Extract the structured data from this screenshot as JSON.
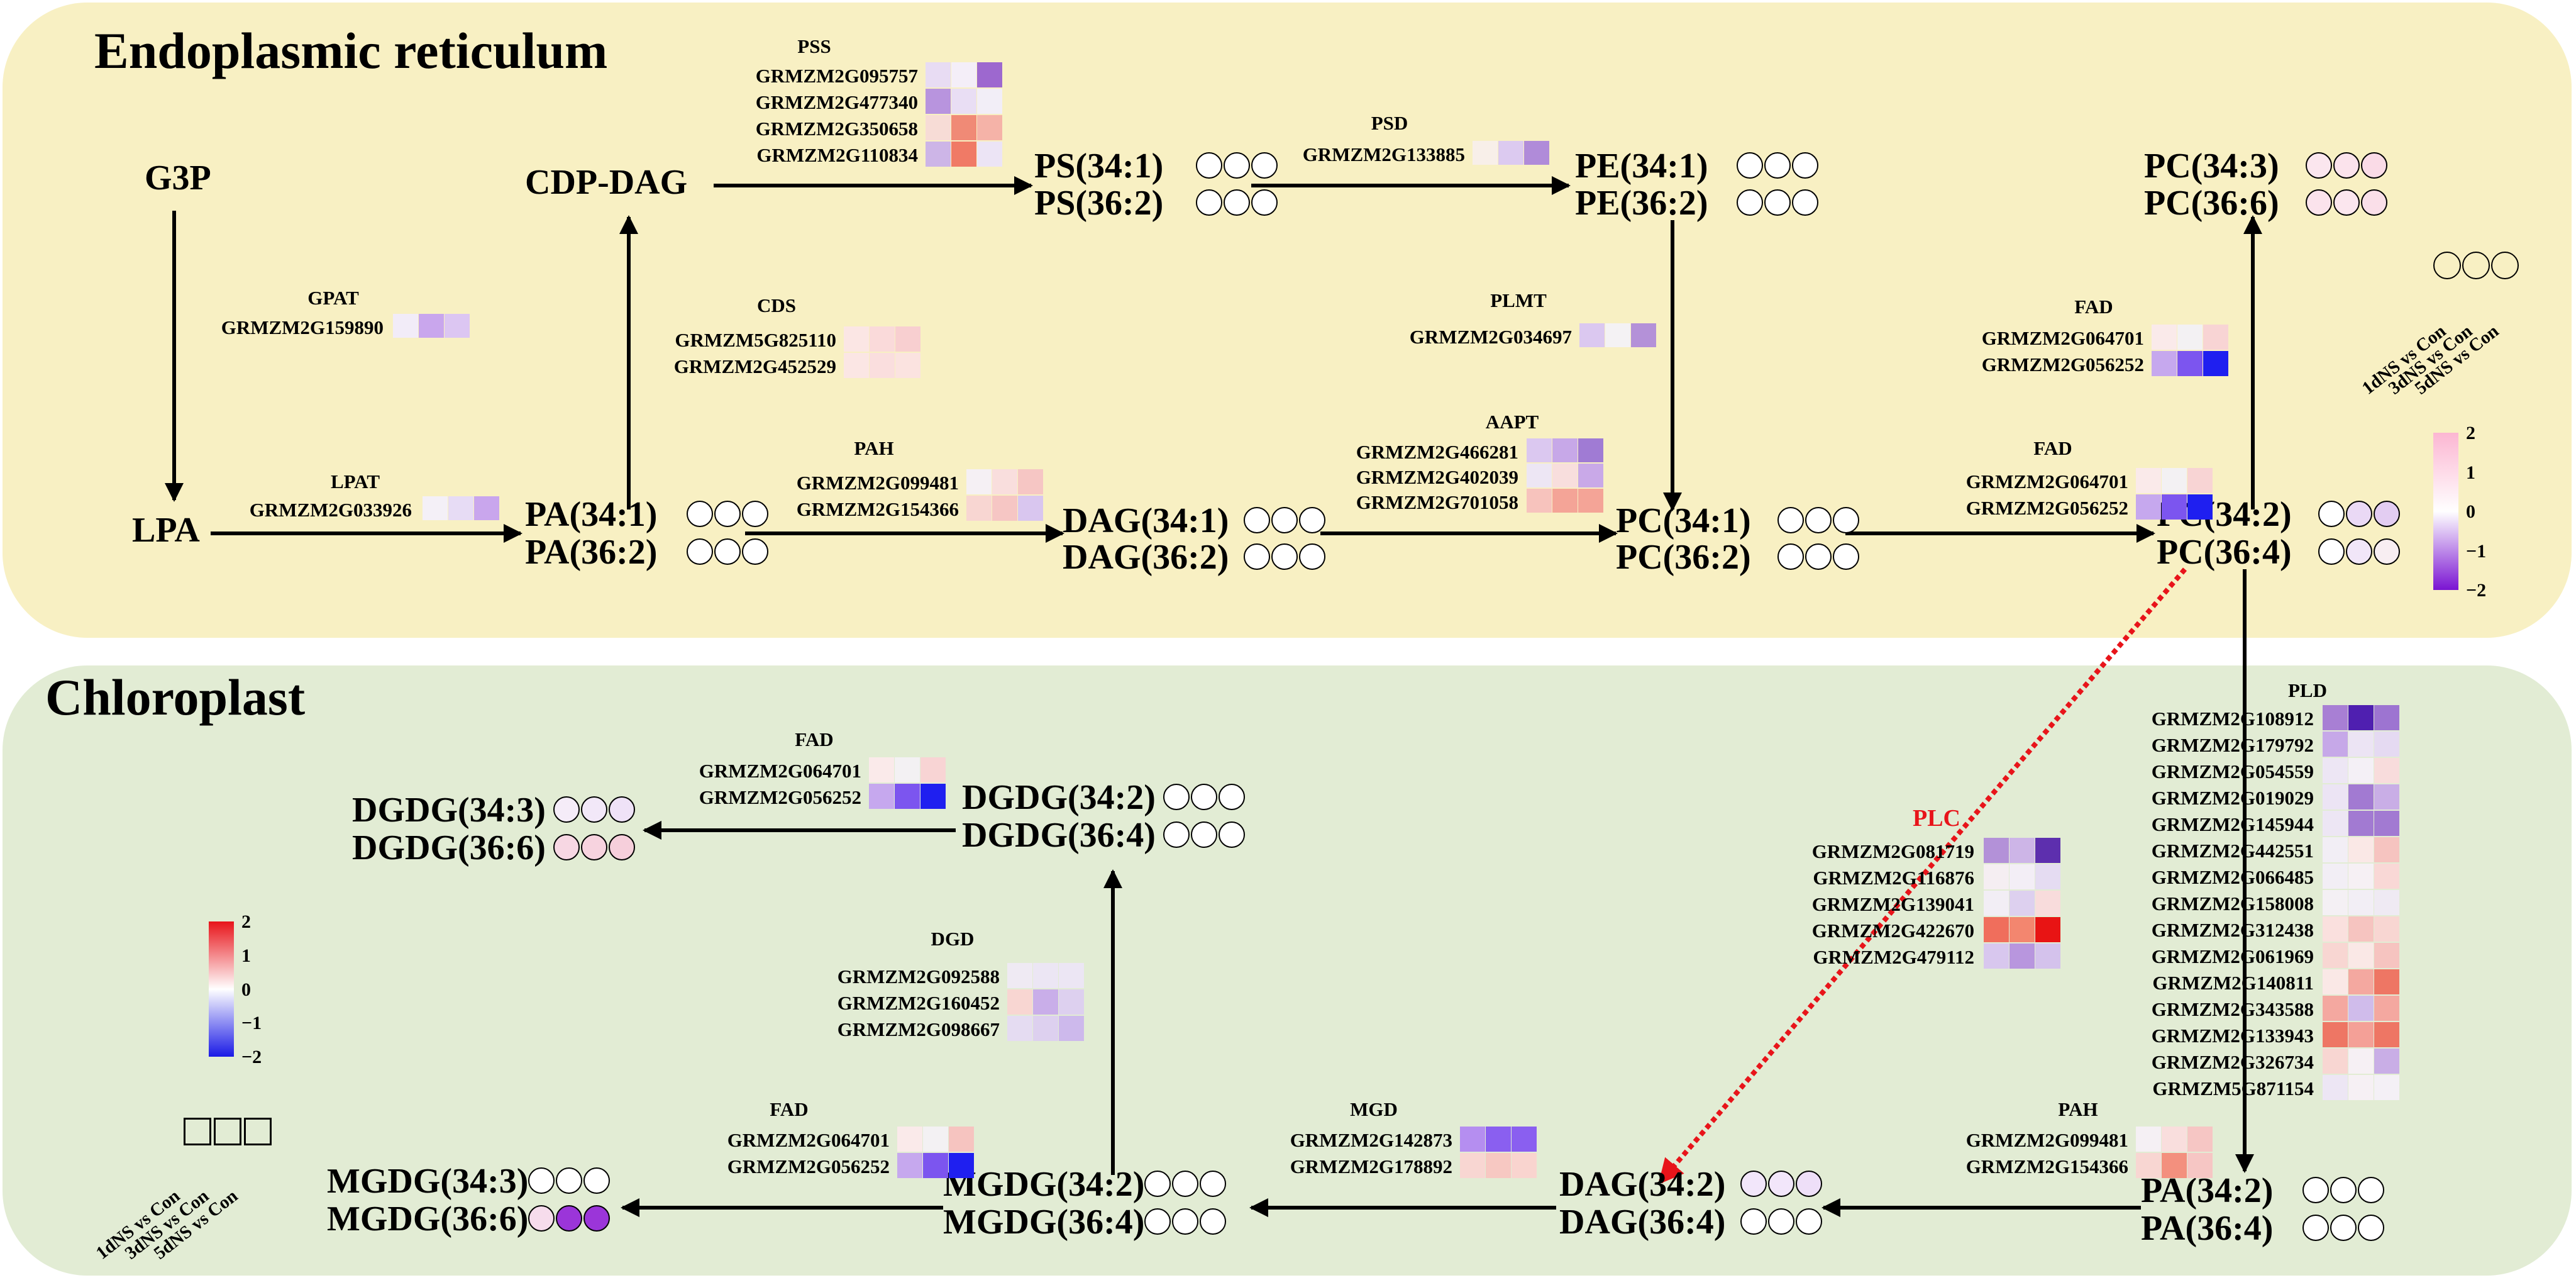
{
  "regions": {
    "er_title": "Endoplasmic reticulum",
    "cp_title": "Chloroplast"
  },
  "colors": {
    "er_background": "#f8f0c3",
    "chloroplast_background": "#e2ecd4",
    "plc_label": "#e8141a",
    "plc_arrow": "#e8141a",
    "scale_er": [
      "#7a14d2",
      "#ffffff",
      "#fcb6d2"
    ],
    "scale_cp": [
      "#1a1ae6",
      "#ffffff",
      "#e8141a"
    ]
  },
  "metabolites": {
    "G3P": "G3P",
    "LPA": "LPA",
    "CDP_DAG": "CDP-DAG",
    "PA_341": "PA(34:1)",
    "PA_362": "PA(36:2)",
    "PS_341": "PS(34:1)",
    "PS_362": "PS(36:2)",
    "PE_341": "PE(34:1)",
    "PE_362": "PE(36:2)",
    "DAG_341": "DAG(34:1)",
    "DAG_362": "DAG(36:2)",
    "PC_341": "PC(34:1)",
    "PC_362": "PC(36:2)",
    "PC_343": "PC(34:3)",
    "PC_366": "PC(36:6)",
    "PC_342": "PC(34:2)",
    "PC_364": "PC(36:4)",
    "PA_342": "PA(34:2)",
    "PA_364": "PA(36:4)",
    "DAG_342": "DAG(34:2)",
    "DAG_364": "DAG(36:4)",
    "MGDG_342": "MGDG(34:2)",
    "MGDG_364": "MGDG(36:4)",
    "MGDG_343": "MGDG(34:3)",
    "MGDG_366": "MGDG(36:6)",
    "DGDG_342": "DGDG(34:2)",
    "DGDG_364": "DGDG(36:4)",
    "DGDG_343": "DGDG(34:3)",
    "DGDG_366": "DGDG(36:6)"
  },
  "circle_fills": {
    "PA_341": [
      "#ffffff",
      "#ffffff",
      "#ffffff"
    ],
    "PA_362": [
      "#ffffff",
      "#ffffff",
      "#ffffff"
    ],
    "PS_341": [
      "#ffffff",
      "#ffffff",
      "#ffffff"
    ],
    "PS_362": [
      "#ffffff",
      "#ffffff",
      "#ffffff"
    ],
    "PE_341": [
      "#ffffff",
      "#ffffff",
      "#ffffff"
    ],
    "PE_362": [
      "#ffffff",
      "#ffffff",
      "#ffffff"
    ],
    "DAG_341": [
      "#ffffff",
      "#ffffff",
      "#ffffff"
    ],
    "DAG_362": [
      "#ffffff",
      "#ffffff",
      "#ffffff"
    ],
    "PC_341": [
      "#ffffff",
      "#ffffff",
      "#ffffff"
    ],
    "PC_362": [
      "#ffffff",
      "#ffffff",
      "#ffffff"
    ],
    "PC_343": [
      "#fbe6ee",
      "#fbe3ec",
      "#fadbe7"
    ],
    "PC_366": [
      "#fbe3ec",
      "#fbe6ee",
      "#fadfe9"
    ],
    "PC_342": [
      "#ffffff",
      "#ead9f5",
      "#e3cdf2"
    ],
    "PC_364": [
      "#ffffff",
      "#f1e6f8",
      "#f8eef2"
    ],
    "PA_342": [
      "#ffffff",
      "#ffffff",
      "#ffffff"
    ],
    "PA_364": [
      "#ffffff",
      "#ffffff",
      "#ffffff"
    ],
    "DAG_342": [
      "#f2e6fa",
      "#f2e6fa",
      "#eedff8"
    ],
    "DAG_364": [
      "#ffffff",
      "#ffffff",
      "#ffffff"
    ],
    "MGDG_342": [
      "#ffffff",
      "#ffffff",
      "#ffffff"
    ],
    "MGDG_364": [
      "#ffffff",
      "#ffffff",
      "#ffffff"
    ],
    "MGDG_343": [
      "#ffffff",
      "#ffffff",
      "#ffffff"
    ],
    "MGDG_366": [
      "#f6dcec",
      "#9b35d9",
      "#9b35d9"
    ],
    "DGDG_342": [
      "#ffffff",
      "#ffffff",
      "#ffffff"
    ],
    "DGDG_364": [
      "#ffffff",
      "#ffffff",
      "#ffffff"
    ],
    "DGDG_343": [
      "#f5ecf8",
      "#f2e8f8",
      "#efe2f7"
    ],
    "DGDG_366": [
      "#f7d7e3",
      "#f7d3df",
      "#f6cfdb"
    ]
  },
  "enzymes": {
    "GPAT": {
      "label": "GPAT",
      "genes": [
        {
          "id": "GRMZM2G159890",
          "cells": [
            "#f2ecf8",
            "#c9a6ed",
            "#dcc6f2"
          ]
        }
      ]
    },
    "LPAT": {
      "label": "LPAT",
      "genes": [
        {
          "id": "GRMZM2G033926",
          "cells": [
            "#f4f0f7",
            "#e7dcf5",
            "#c9a6ed"
          ]
        }
      ]
    },
    "CDS": {
      "label": "CDS",
      "genes": [
        {
          "id": "GRMZM5G825110",
          "cells": [
            "#fbe6e4",
            "#fadada",
            "#f8cfd0"
          ]
        },
        {
          "id": "GRMZM2G452529",
          "cells": [
            "#fbe6e4",
            "#fadede",
            "#fbe3e0"
          ]
        }
      ]
    },
    "PSS": {
      "label": "PSS",
      "genes": [
        {
          "id": "GRMZM2G095757",
          "cells": [
            "#e8dcf3",
            "#f4eef8",
            "#9d68cf"
          ]
        },
        {
          "id": "GRMZM2G477340",
          "cells": [
            "#b894de",
            "#e9def4",
            "#f2eef7"
          ]
        },
        {
          "id": "GRMZM2G350658",
          "cells": [
            "#f7dcd6",
            "#f08a76",
            "#f5b3a8"
          ]
        },
        {
          "id": "GRMZM2G110834",
          "cells": [
            "#cdb5e7",
            "#f07a66",
            "#ece4f5"
          ]
        }
      ]
    },
    "PSD": {
      "label": "PSD",
      "genes": [
        {
          "id": "GRMZM2G133885",
          "cells": [
            "#f8efe9",
            "#dccaf0",
            "#b08bd9"
          ]
        }
      ]
    },
    "PAH_ER": {
      "label": "PAH",
      "genes": [
        {
          "id": "GRMZM2G099481",
          "cells": [
            "#f5f0f4",
            "#f9dedd",
            "#f6c6c4"
          ]
        },
        {
          "id": "GRMZM2G154366",
          "cells": [
            "#f8d6d2",
            "#f6c6c4",
            "#d9c6ef"
          ]
        }
      ]
    },
    "PLMT": {
      "label": "PLMT",
      "genes": [
        {
          "id": "GRMZM2G034697",
          "cells": [
            "#dbc8f0",
            "#f4f2f4",
            "#b491d8"
          ]
        }
      ]
    },
    "AAPT": {
      "label": "AAPT",
      "genes": [
        {
          "id": "GRMZM2G466281",
          "cells": [
            "#dbc8f0",
            "#c7a8e8",
            "#a07bd4"
          ]
        },
        {
          "id": "GRMZM2G402039",
          "cells": [
            "#ede6f4",
            "#f8dedd",
            "#c9a9e8"
          ]
        },
        {
          "id": "GRMZM2G701058",
          "cells": [
            "#f7c3bd",
            "#f4a497",
            "#f4a497"
          ]
        }
      ]
    },
    "FAD_ER_UP": {
      "label": "FAD",
      "genes": [
        {
          "id": "GRMZM2G064701",
          "cells": [
            "#faeaea",
            "#f3f1f3",
            "#f8d4d4"
          ]
        },
        {
          "id": "GRMZM2G056252",
          "cells": [
            "#c6a8ee",
            "#7c55ef",
            "#1f1ff0"
          ]
        }
      ]
    },
    "FAD_ER_LOW": {
      "label": "FAD",
      "genes": [
        {
          "id": "GRMZM2G064701",
          "cells": [
            "#faeaea",
            "#f3f1f3",
            "#f8d4d4"
          ]
        },
        {
          "id": "GRMZM2G056252",
          "cells": [
            "#c6a8ee",
            "#7c55ef",
            "#1f1ff0"
          ]
        }
      ]
    },
    "PLD": {
      "label": "PLD",
      "genes": [
        {
          "id": "GRMZM2G108912",
          "cells": [
            "#a87fd4",
            "#4f1fb0",
            "#9d74d1"
          ]
        },
        {
          "id": "GRMZM2G179792",
          "cells": [
            "#c6a8e8",
            "#ece4f4",
            "#e5daf2"
          ]
        },
        {
          "id": "GRMZM2G054559",
          "cells": [
            "#ede6f4",
            "#f4f0f6",
            "#f8dcdc"
          ]
        },
        {
          "id": "GRMZM2G019029",
          "cells": [
            "#ece4f4",
            "#a27ad2",
            "#c9aee6"
          ]
        },
        {
          "id": "GRMZM2G145944",
          "cells": [
            "#ede6f4",
            "#a27ad2",
            "#a27ad2"
          ]
        },
        {
          "id": "GRMZM2G442551",
          "cells": [
            "#f2eef5",
            "#fae8e6",
            "#f6c4c0"
          ]
        },
        {
          "id": "GRMZM2G066485",
          "cells": [
            "#f2eef5",
            "#f6f0f4",
            "#f9d8d6"
          ]
        },
        {
          "id": "GRMZM2G158008",
          "cells": [
            "#f4f0f4",
            "#f2eef5",
            "#efeaf3"
          ]
        },
        {
          "id": "GRMZM2G312438",
          "cells": [
            "#fae0de",
            "#f6c4c0",
            "#f8d6d2"
          ]
        },
        {
          "id": "GRMZM2G061969",
          "cells": [
            "#f8d6d2",
            "#fae8e6",
            "#f6c4c0"
          ]
        },
        {
          "id": "GRMZM2G140811",
          "cells": [
            "#fae8e6",
            "#f4a8a0",
            "#ee7664"
          ]
        },
        {
          "id": "GRMZM2G343588",
          "cells": [
            "#f4a8a0",
            "#d0bceb",
            "#f4a8a0"
          ]
        },
        {
          "id": "GRMZM2G133943",
          "cells": [
            "#ee7664",
            "#f4a097",
            "#ee7664"
          ]
        },
        {
          "id": "GRMZM2G326734",
          "cells": [
            "#f8d6d2",
            "#f6f0f4",
            "#c9aee6"
          ]
        },
        {
          "id": "GRMZM5G871154",
          "cells": [
            "#ede6f4",
            "#f6f0f4",
            "#f4f0f6"
          ]
        }
      ]
    },
    "PLC": {
      "label": "PLC",
      "genes": [
        {
          "id": "GRMZM2G081719",
          "cells": [
            "#b391d8",
            "#cdb5e7",
            "#5d2fae"
          ]
        },
        {
          "id": "GRMZM2G116876",
          "cells": [
            "#f5eef2",
            "#f3eef6",
            "#e5dcf2"
          ]
        },
        {
          "id": "GRMZM2G139041",
          "cells": [
            "#f2eef5",
            "#ddd0ef",
            "#f8dcdc"
          ]
        },
        {
          "id": "GRMZM2G422670",
          "cells": [
            "#f06e5c",
            "#f3866f",
            "#e81414"
          ]
        },
        {
          "id": "GRMZM2G479112",
          "cells": [
            "#d8c7ee",
            "#b896de",
            "#d4c2ec"
          ]
        }
      ]
    },
    "PAH_CP": {
      "label": "PAH",
      "genes": [
        {
          "id": "GRMZM2G099481",
          "cells": [
            "#f5f0f4",
            "#f9dedd",
            "#f6c6c4"
          ]
        },
        {
          "id": "GRMZM2G154366",
          "cells": [
            "#f8d6d2",
            "#f3907e",
            "#f6c6c4"
          ]
        }
      ]
    },
    "MGD": {
      "label": "MGD",
      "genes": [
        {
          "id": "GRMZM2G142873",
          "cells": [
            "#b58ef0",
            "#8a5ff0",
            "#8a5ff0"
          ]
        },
        {
          "id": "GRMZM2G178892",
          "cells": [
            "#f8d6d2",
            "#f7c8c2",
            "#f9d4cf"
          ]
        }
      ]
    },
    "DGD": {
      "label": "DGD",
      "genes": [
        {
          "id": "GRMZM2G092588",
          "cells": [
            "#efeaf3",
            "#ece6f4",
            "#ece6f4"
          ]
        },
        {
          "id": "GRMZM2G160452",
          "cells": [
            "#f8d6d2",
            "#c9aee9",
            "#ddd0ef"
          ]
        },
        {
          "id": "GRMZM2G098667",
          "cells": [
            "#e5dcf2",
            "#ddd0ef",
            "#cdb9ec"
          ]
        }
      ]
    },
    "FAD_MGDG": {
      "label": "FAD",
      "genes": [
        {
          "id": "GRMZM2G064701",
          "cells": [
            "#faeaea",
            "#f3f1f3",
            "#f6c4c0"
          ]
        },
        {
          "id": "GRMZM2G056252",
          "cells": [
            "#c6a8ee",
            "#7c55ef",
            "#1f1ff0"
          ]
        }
      ]
    },
    "FAD_DGDG": {
      "label": "FAD",
      "genes": [
        {
          "id": "GRMZM2G064701",
          "cells": [
            "#faeaea",
            "#f3f1f3",
            "#f8d4d4"
          ]
        },
        {
          "id": "GRMZM2G056252",
          "cells": [
            "#c6a8ee",
            "#7c55ef",
            "#1f1ff0"
          ]
        }
      ]
    }
  },
  "legend_circles": {
    "labels": [
      "1dNS vs Con",
      "3dNS vs Con",
      "5dNS vs Con"
    ]
  },
  "legend_squares": {
    "labels": [
      "1dNS vs Con",
      "3dNS vs Con",
      "5dNS vs Con"
    ]
  },
  "scale_er": {
    "ticks": [
      "2",
      "1",
      "0",
      "−1",
      "−2"
    ]
  },
  "scale_cp": {
    "ticks": [
      "2",
      "1",
      "0",
      "−1",
      "−2"
    ]
  }
}
